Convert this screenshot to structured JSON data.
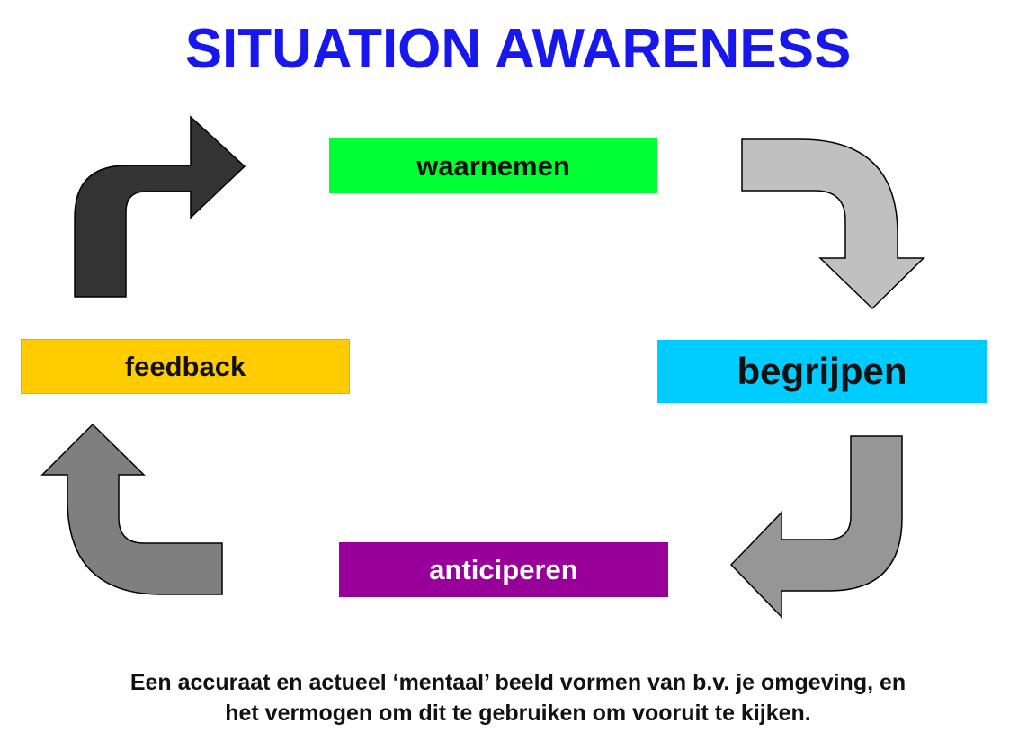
{
  "title": "SITUATION AWARENESS",
  "cycle": {
    "waarnemen": {
      "label": "waarnemen",
      "color": "#00ff33"
    },
    "begrijpen": {
      "label": "begrijpen",
      "color": "#00ccff"
    },
    "anticiperen": {
      "label": "anticiperen",
      "color": "#990099"
    },
    "feedback": {
      "label": "feedback",
      "color": "#ffcc00"
    }
  },
  "arrows": {
    "top_left_color": "#333333",
    "top_right_color": "#c0c0c0",
    "bottom_right_color": "#969696",
    "bottom_left_color": "#7f7f7f"
  },
  "caption": {
    "line1": "Een accuraat en actueel ‘mentaal’  beeld  vormen van b.v. je omgeving, en",
    "line2": "het vermogen om dit te gebruiken om vooruit te kijken."
  }
}
